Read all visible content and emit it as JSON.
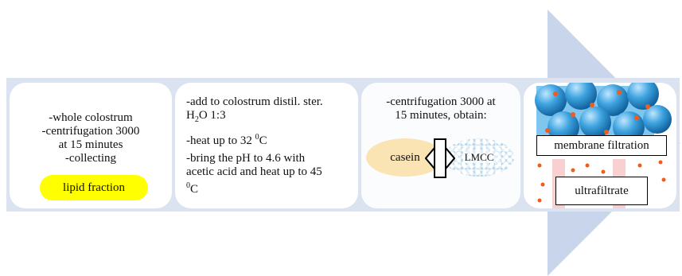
{
  "box1": {
    "lines": [
      "-whole colostrum",
      "-centrifugation 3000",
      "at 15 minutes",
      "-collecting"
    ],
    "highlight": "lipid fraction"
  },
  "box2": {
    "line1": "-add to colostrum distil. ster.",
    "line2_prefix": "H",
    "line2_sub": "2",
    "line2_suffix": "O 1:3",
    "line3_prefix": "-heat up to 32 ",
    "line3_sup": "0",
    "line3_suffix": "C",
    "line4": "-bring the pH to 4.6 with",
    "line5": "acetic acid and heat up to 45",
    "line6_sup": "0",
    "line6_suffix": "C"
  },
  "box3": {
    "lines": [
      "-centrifugation 3000 at",
      "15 minutes, obtain:"
    ],
    "casein": "casein",
    "lmcc": "LMCC"
  },
  "box4": {
    "membrane_label": "membrane filtration",
    "ultrafiltrate_label": "ultrafiltrate"
  },
  "colors": {
    "band": "#dbe3f0",
    "arrow": "#c9d5ea",
    "lipid_highlight": "#ffff00",
    "casein_fill": "#fbe4b4",
    "sphere_blue": "#2a8fd0",
    "dot_orange": "#f25b1c",
    "membrane_pink": "#f7d0cf"
  }
}
